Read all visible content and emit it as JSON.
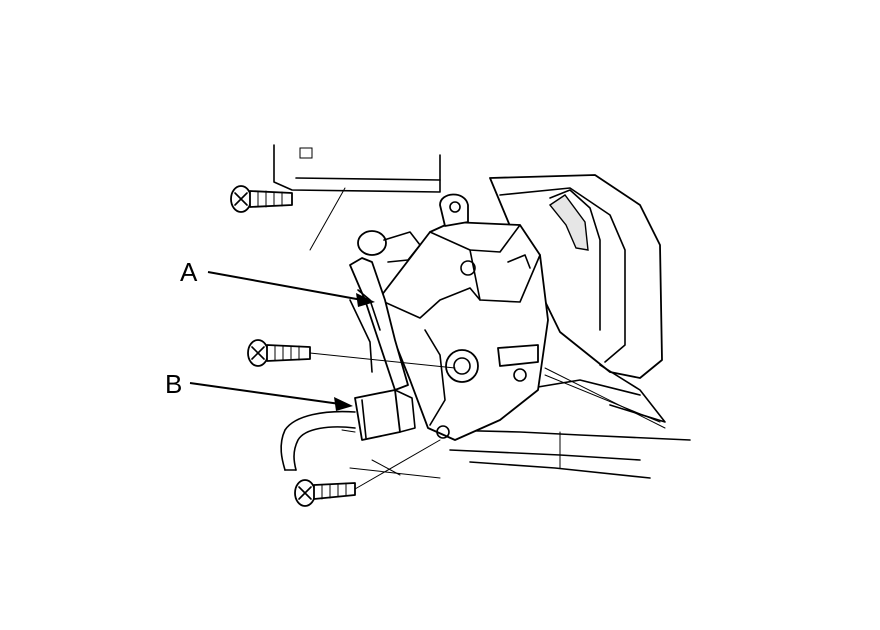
{
  "diagram": {
    "callouts": [
      {
        "id": "A",
        "label": "A"
      },
      {
        "id": "B",
        "label": "B"
      }
    ]
  },
  "colors": {
    "line": "#000000",
    "background": "#ffffff"
  }
}
